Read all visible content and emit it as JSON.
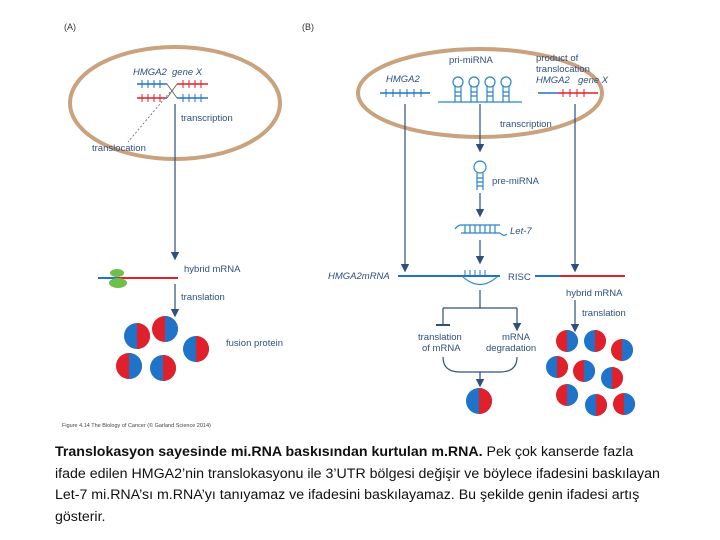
{
  "panels": {
    "a": "(A)",
    "b": "(B)"
  },
  "labels_a": {
    "hmga2": "HMGA2",
    "geneX": "gene X",
    "transcription": "transcription",
    "translocation": "translocation",
    "hybrid": "hybrid mRNA",
    "translation": "translation",
    "fusion": "fusion protein"
  },
  "labels_b": {
    "primirna": "pri-miRNA",
    "product1": "product of",
    "product2": "translocation",
    "hmga2_left": "HMGA2",
    "hmga2_right": "HMGA2",
    "geneX": "gene X",
    "transcription": "transcription",
    "premirna": "pre-miRNA",
    "let7": "Let-7",
    "hmga2mrna": "HMGA2mRNA",
    "risc": "RISC",
    "hybrid": "hybrid mRNA",
    "translation": "translation",
    "tom1": "translation",
    "tom2": "of mRNA",
    "deg1": "mRNA",
    "deg2": "degradation"
  },
  "credit": "Figure 4.14 The Biology of Cancer (© Garland Science 2014)",
  "caption": {
    "bold": "Translokasyon sayesinde mi.RNA baskısından kurtulan m.RNA.",
    "text": " Pek çok kanserde fazla ifade edilen HMGA2’nin translokasyonu ile 3’UTR bölgesi değişir ve böylece ifadesini baskılayan Let-7 mi.RNA’sı m.RNA’yı tanıyamaz ve ifadesini baskılayamaz. Bu şekilde genin ifadesi artış gösterir."
  },
  "colors": {
    "nucleus": "#c9a27e",
    "arrow": "#2f4f7f",
    "red": "#e0202a",
    "blue": "#1f73c8",
    "green": "#6fbf4b",
    "rna": "#2a85c8"
  }
}
